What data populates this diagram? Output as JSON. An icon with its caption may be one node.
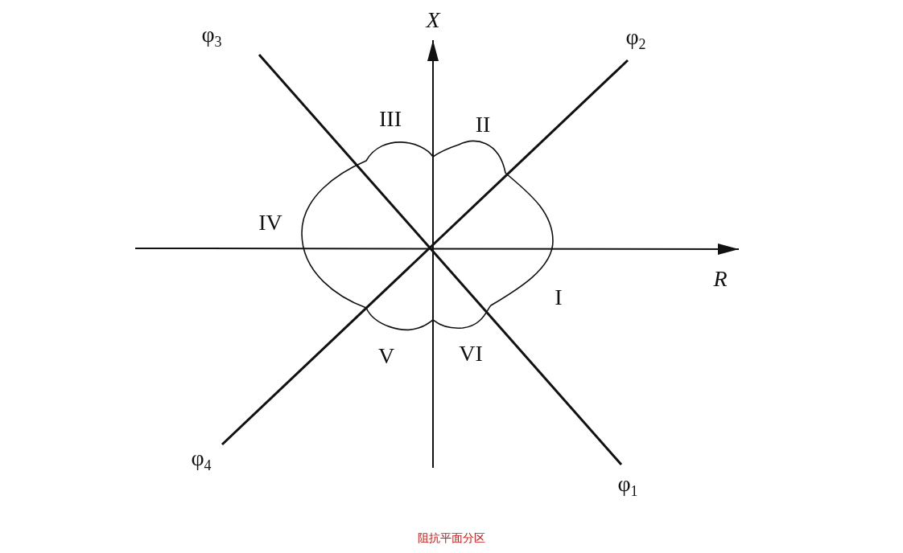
{
  "diagram": {
    "caption": "阻抗平面分区",
    "labels": [
      "φ$_{3}$",
      "X",
      "φ$_{2}$",
      "III",
      "II",
      "IV",
      "R",
      "I",
      "V",
      "VI",
      "φ$_{4}$",
      "φ$_{1}$"
    ]
  }
}
